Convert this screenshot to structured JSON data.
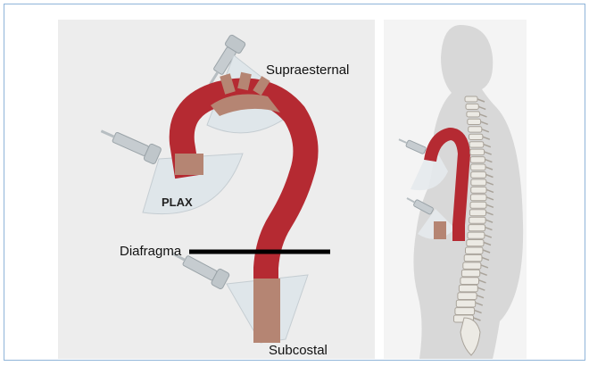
{
  "labels": {
    "suprasternal": "Supraesternal",
    "plax": "PLAX",
    "diaphragm": "Diafragma",
    "subcostal": "Subcostal"
  },
  "colors": {
    "aorta": "#b52a32",
    "aorta_in_window": "#b58573",
    "acoustic_window": "#dfe6ea",
    "probe": "#c9ced2",
    "diaphragm_line": "#000000",
    "body_silhouette": "#d8d8d8",
    "spine": "#a9a39a"
  }
}
